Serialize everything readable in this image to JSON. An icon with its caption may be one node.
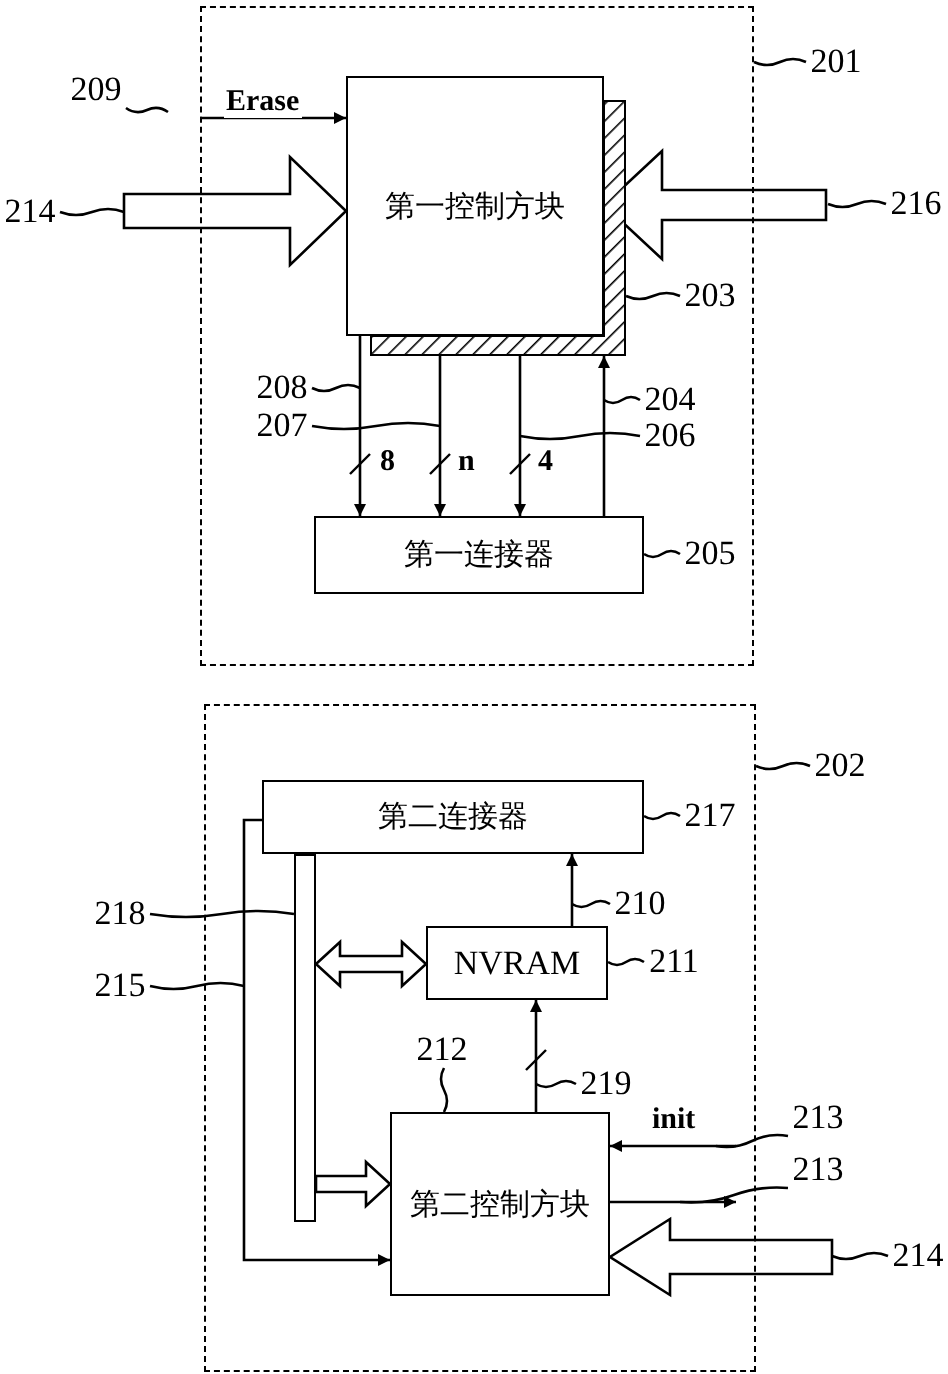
{
  "diagram": {
    "nodes": [
      {
        "text": [],
        "shape": "box"
      },
      {
        "text": [
          "第一控制方块"
        ],
        "in": 0
      },
      {
        "text": [],
        "shape": "bar",
        "in": 0
      },
      {
        "text": [
          "第一连接器"
        ],
        "in": 0
      },
      {
        "text": [],
        "shape": "box"
      },
      {
        "text": [
          "第二连接器"
        ],
        "in": 4
      },
      {
        "text": [
          "NVRAM"
        ],
        "in": 4
      },
      {
        "text": [
          "第二控制方块"
        ],
        "in": 4
      },
      {
        "text": [],
        "shape": "bar",
        "in": 4
      },
      {
        "text": [
          "201"
        ]
      },
      {
        "text": [
          "209"
        ]
      },
      {
        "text": [
          "214"
        ]
      },
      {
        "text": [
          "216"
        ]
      },
      {
        "text": [
          "203"
        ],
        "in": 0
      },
      {
        "text": [
          "208"
        ],
        "in": 0
      },
      {
        "text": [
          "204"
        ],
        "in": 0
      },
      {
        "text": [
          "207"
        ],
        "in": 0
      },
      {
        "text": [
          "206"
        ],
        "in": 0
      },
      {
        "text": [
          "205"
        ],
        "in": 0
      },
      {
        "text": [
          "202"
        ]
      },
      {
        "text": [
          "217"
        ],
        "in": 4
      },
      {
        "text": [
          "218"
        ]
      },
      {
        "text": [
          "210"
        ],
        "in": 4
      },
      {
        "text": [
          "215"
        ]
      },
      {
        "text": [
          "211"
        ],
        "in": 4
      },
      {
        "text": [
          "212"
        ],
        "in": 4
      },
      {
        "text": [
          "219"
        ],
        "in": 4
      },
      {
        "text": [
          "213"
        ]
      },
      {
        "text": [
          "213"
        ]
      },
      {
        "text": [
          "214"
        ]
      }
    ],
    "edges": [
      {
        "from": null,
        "to": 1,
        "arrow": "to",
        "label": "Erase"
      },
      {
        "from": null,
        "to": 1,
        "arrow": "to",
        "style": "thick"
      },
      {
        "from": null,
        "to": 1,
        "arrow": "to",
        "style": "thick"
      },
      {
        "from": 1,
        "to": 3,
        "arrow": "to",
        "label": "8"
      },
      {
        "from": 2,
        "to": 3,
        "arrow": "to",
        "label": "n"
      },
      {
        "from": 2,
        "to": 3,
        "arrow": "to",
        "label": "4"
      },
      {
        "from": 3,
        "to": 2,
        "arrow": "to"
      },
      {
        "from": 5,
        "to": 7,
        "arrow": "to"
      },
      {
        "from": 8,
        "to": 7,
        "arrow": "to",
        "style": "thick"
      },
      {
        "from": 8,
        "to": 6,
        "arrow": "both",
        "style": "thick"
      },
      {
        "from": 6,
        "to": 5,
        "arrow": "to"
      },
      {
        "from": 7,
        "to": 6,
        "arrow": "to"
      },
      {
        "from": null,
        "to": 7,
        "arrow": "to",
        "label": "init"
      },
      {
        "from": 7,
        "to": null,
        "arrow": "to"
      },
      {
        "from": null,
        "to": 7,
        "arrow": "to",
        "style": "thick"
      },
      {
        "from": 9,
        "to": 0,
        "arrow": "none"
      },
      {
        "from": 10,
        "to": null,
        "arrow": "none"
      },
      {
        "from": 11,
        "to": null,
        "arrow": "none"
      },
      {
        "from": 12,
        "to": null,
        "arrow": "none"
      },
      {
        "from": 13,
        "to": 2,
        "arrow": "none"
      },
      {
        "from": 14,
        "to": null,
        "arrow": "none"
      },
      {
        "from": 15,
        "to": null,
        "arrow": "none"
      },
      {
        "from": 16,
        "to": null,
        "arrow": "none"
      },
      {
        "from": 17,
        "to": null,
        "arrow": "none"
      },
      {
        "from": 18,
        "to": 3,
        "arrow": "none"
      },
      {
        "from": 19,
        "to": 4,
        "arrow": "none"
      },
      {
        "from": 20,
        "to": 5,
        "arrow": "none"
      },
      {
        "from": 21,
        "to": 8,
        "arrow": "none"
      },
      {
        "from": 22,
        "to": null,
        "arrow": "none"
      },
      {
        "from": 23,
        "to": null,
        "arrow": "none"
      },
      {
        "from": 24,
        "to": 6,
        "arrow": "none"
      },
      {
        "from": 25,
        "to": 7,
        "arrow": "none"
      },
      {
        "from": 26,
        "to": null,
        "arrow": "none"
      },
      {
        "from": 27,
        "to": null,
        "arrow": "none"
      },
      {
        "from": 28,
        "to": null,
        "arrow": "none"
      },
      {
        "from": 29,
        "to": null,
        "arrow": "none"
      }
    ]
  }
}
